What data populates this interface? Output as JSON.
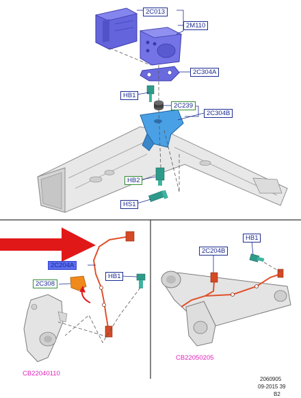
{
  "callouts": {
    "c_2c013": "2C013",
    "c_2m110": "2M110",
    "c_2c304a": "2C304A",
    "c_hb1_top": "HB1",
    "c_2c239": "2C239",
    "c_2c304b": "2C304B",
    "c_hb2": "HB2",
    "c_hs1": "HS1",
    "c_2c204a": "2C204A",
    "c_hb1_left": "HB1",
    "c_2c308": "2C308",
    "c_2c204b": "2C204B",
    "c_hb1_right": "HB1"
  },
  "references": {
    "left_panel": "CB22040110",
    "right_panel": "CB22050205"
  },
  "footer": {
    "line1": "2060905",
    "line2": "09-2015 39",
    "line3": "B2"
  },
  "colors": {
    "callout_border": "#1a2a8f",
    "callout_green_border": "#2f8a2f",
    "reference_text": "#e01fb8",
    "abs_module": "#6a6adf",
    "bracket": "#4a9fe0",
    "sensor_wire": "#e0502a",
    "arrow": "#e01818",
    "panel_divider": "#333333"
  }
}
